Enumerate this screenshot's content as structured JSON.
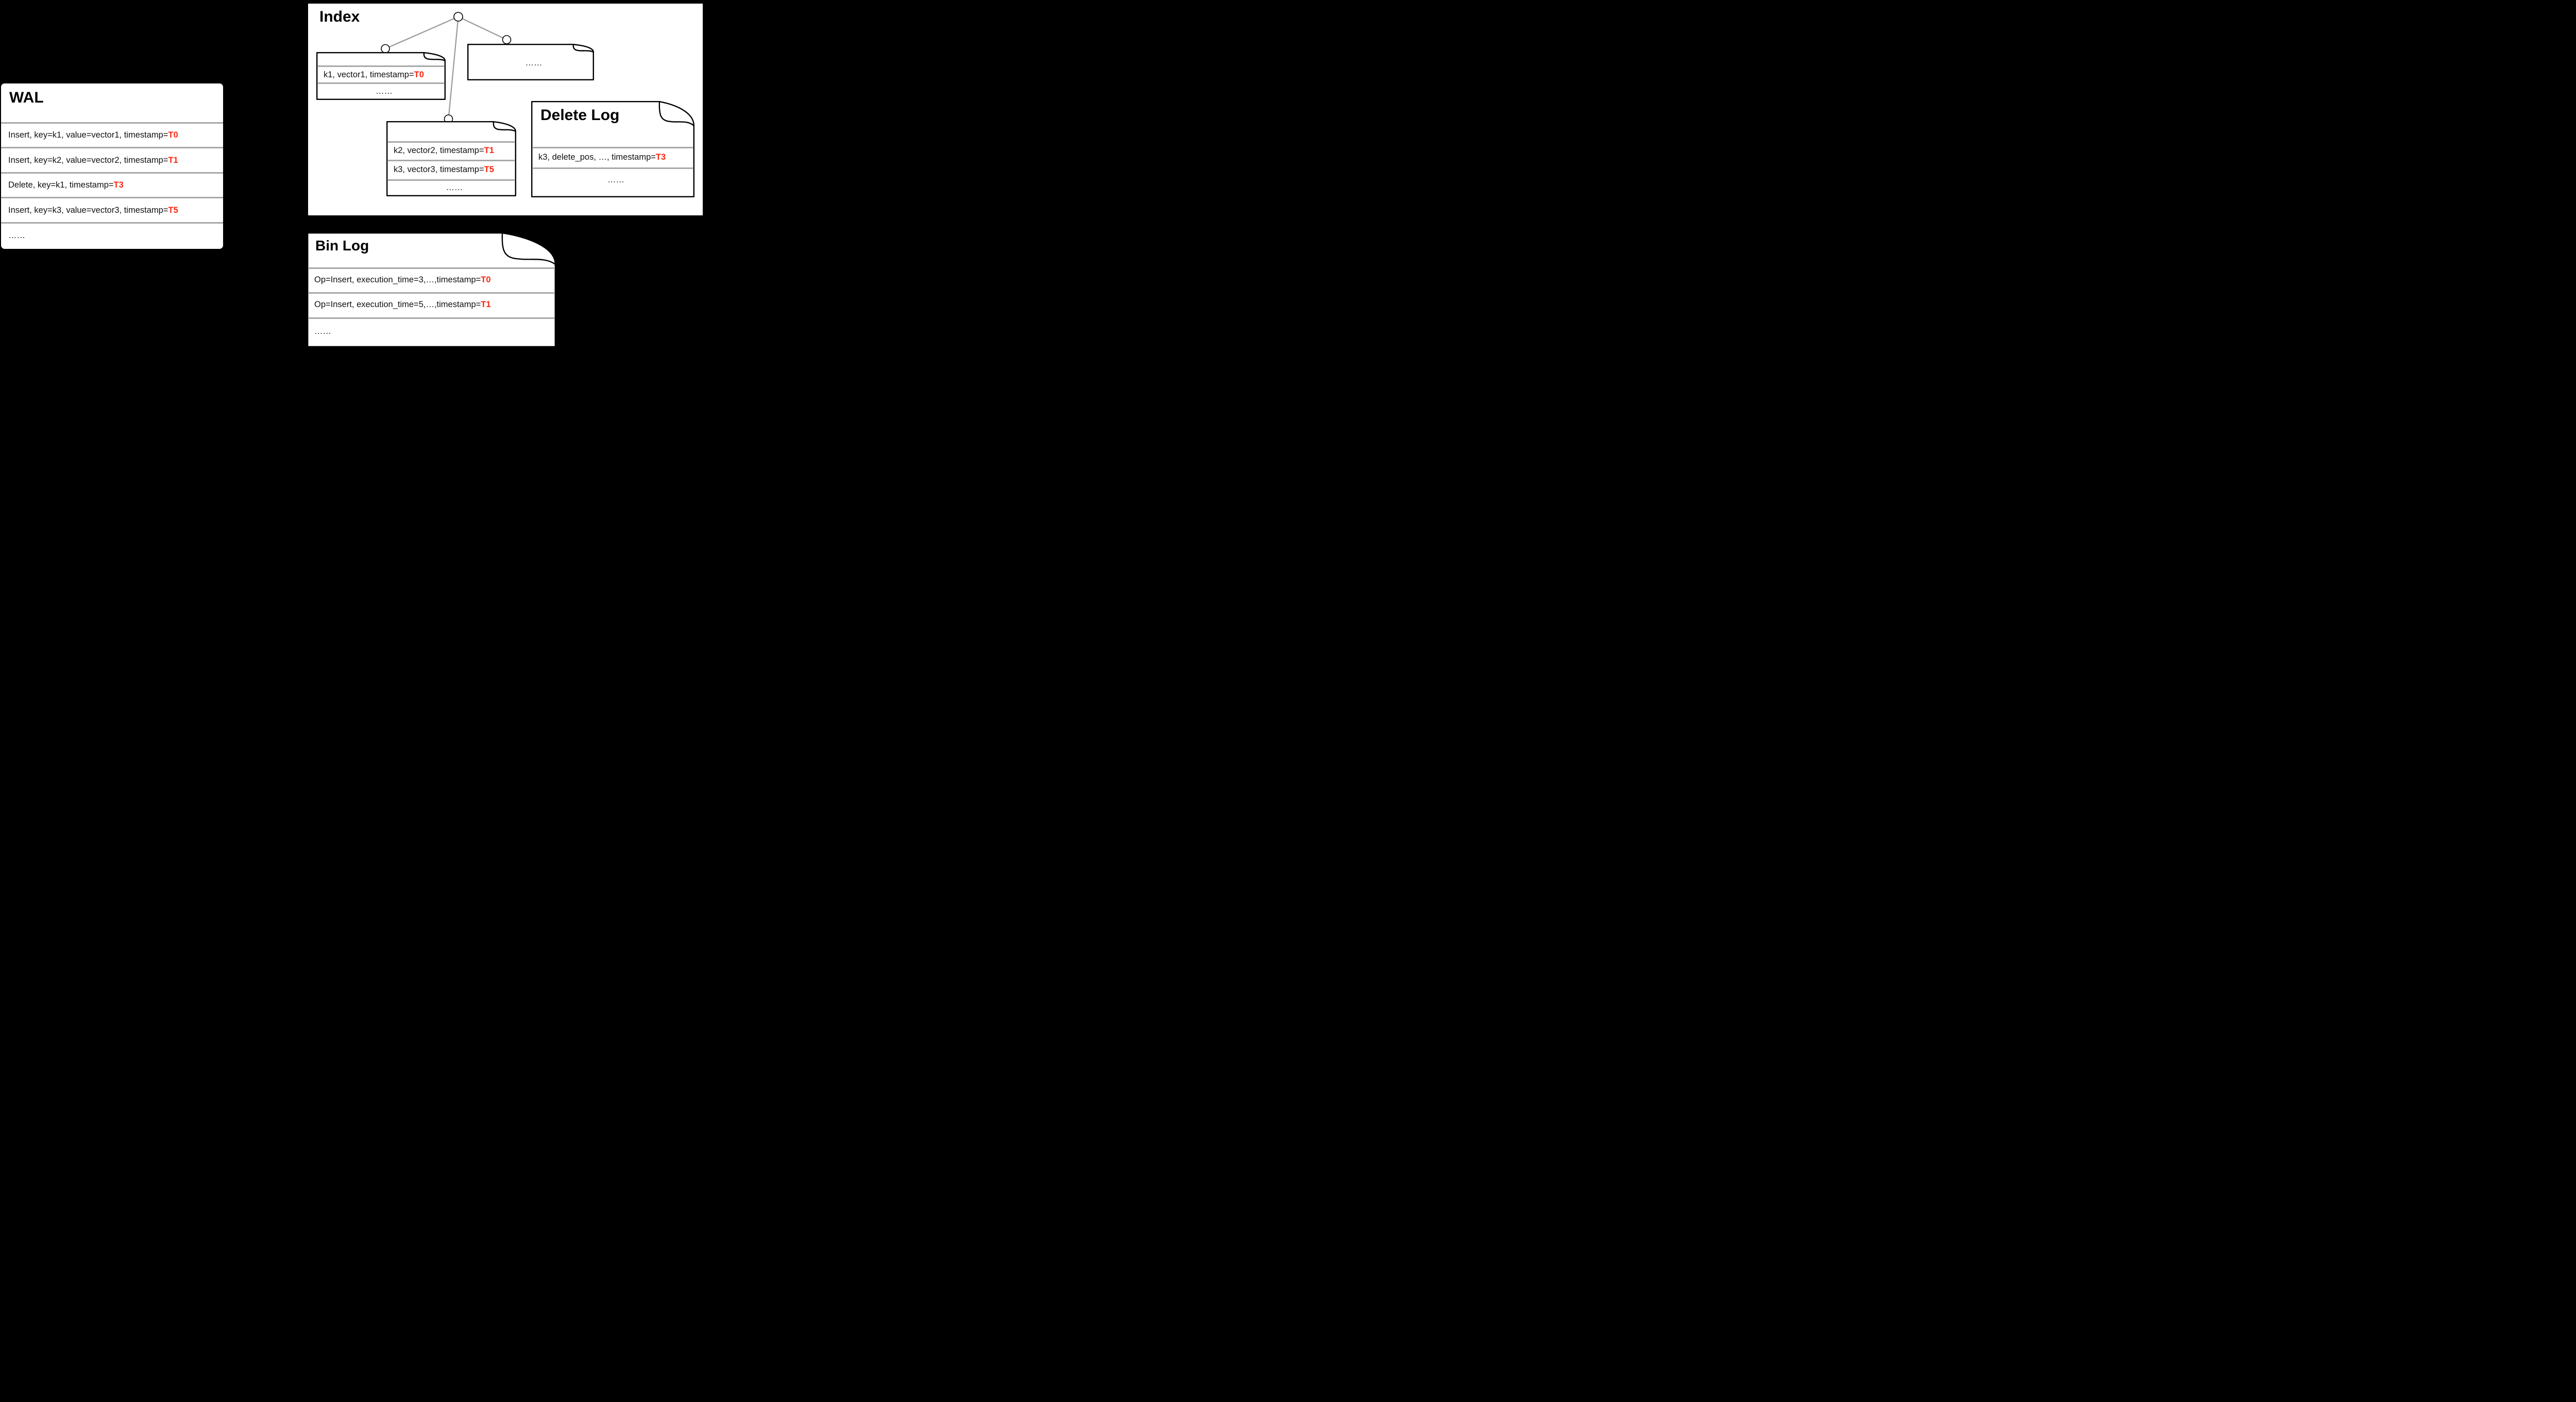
{
  "colors": {
    "background": "#000000",
    "panel_white": "#ffffff",
    "accent_red": "#fa250e",
    "divider_gray": "#a8a8a8",
    "tree_edge_gray": "#999999",
    "text_black": "#111111"
  },
  "wal": {
    "title": "WAL",
    "rows": [
      {
        "text": "Insert, key=k1, value=vector1, timestamp=",
        "ts": "T0"
      },
      {
        "text": "Insert, key=k2, value=vector2, timestamp=",
        "ts": "T1"
      },
      {
        "text": "Delete, key=k1, timestamp=",
        "ts": "T3"
      },
      {
        "text": "Insert, key=k3, value=vector3, timestamp=",
        "ts": "T5"
      }
    ],
    "dots": "……"
  },
  "index": {
    "title": "Index",
    "segment_k1": {
      "rows": [
        {
          "text": "k1, vector1, timestamp=",
          "ts": "T0"
        }
      ],
      "dots": "……"
    },
    "segment_more": {
      "dots": "……"
    },
    "segment_k2k3": {
      "rows": [
        {
          "text": "k2, vector2, timestamp=",
          "ts": "T1"
        },
        {
          "text": "k3, vector3, timestamp=",
          "ts": "T5"
        }
      ],
      "dots": "……"
    },
    "delete_log": {
      "title": "Delete Log",
      "rows": [
        {
          "text": "k3, delete_pos, …, timestamp=",
          "ts": "T3"
        }
      ],
      "dots": "……"
    }
  },
  "bin_log": {
    "title": "Bin Log",
    "rows": [
      {
        "text": "Op=Insert, execution_time=3,…,timestamp=",
        "ts": "T0"
      },
      {
        "text": "Op=Insert, execution_time=5,…,timestamp=",
        "ts": "T1"
      }
    ],
    "dots": "……"
  }
}
